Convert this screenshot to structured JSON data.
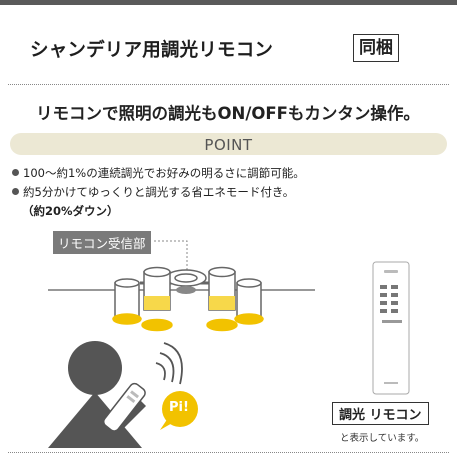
{
  "header": {
    "title": "シャンデリア用調光リモコン",
    "badge": "同梱"
  },
  "subtitle": "リモコンで照明の調光もON/OFFもカンタン操作。",
  "point": {
    "label": "POINT",
    "bullets": [
      "100～約1%の連続調光でお好みの明るさに調節可能。",
      "約5分かけてゆっくりと調光する省エネモード付き。"
    ],
    "note": "（約20%ダウン）"
  },
  "illustration": {
    "receiver_label": "リモコン受信部",
    "beep": "Pi!"
  },
  "remote": {
    "caption": "調光 リモコン",
    "caption_note": "と表示しています。"
  },
  "colors": {
    "accent_yellow": "#f2c200",
    "band": "#ece8d4",
    "figure": "#555555"
  }
}
